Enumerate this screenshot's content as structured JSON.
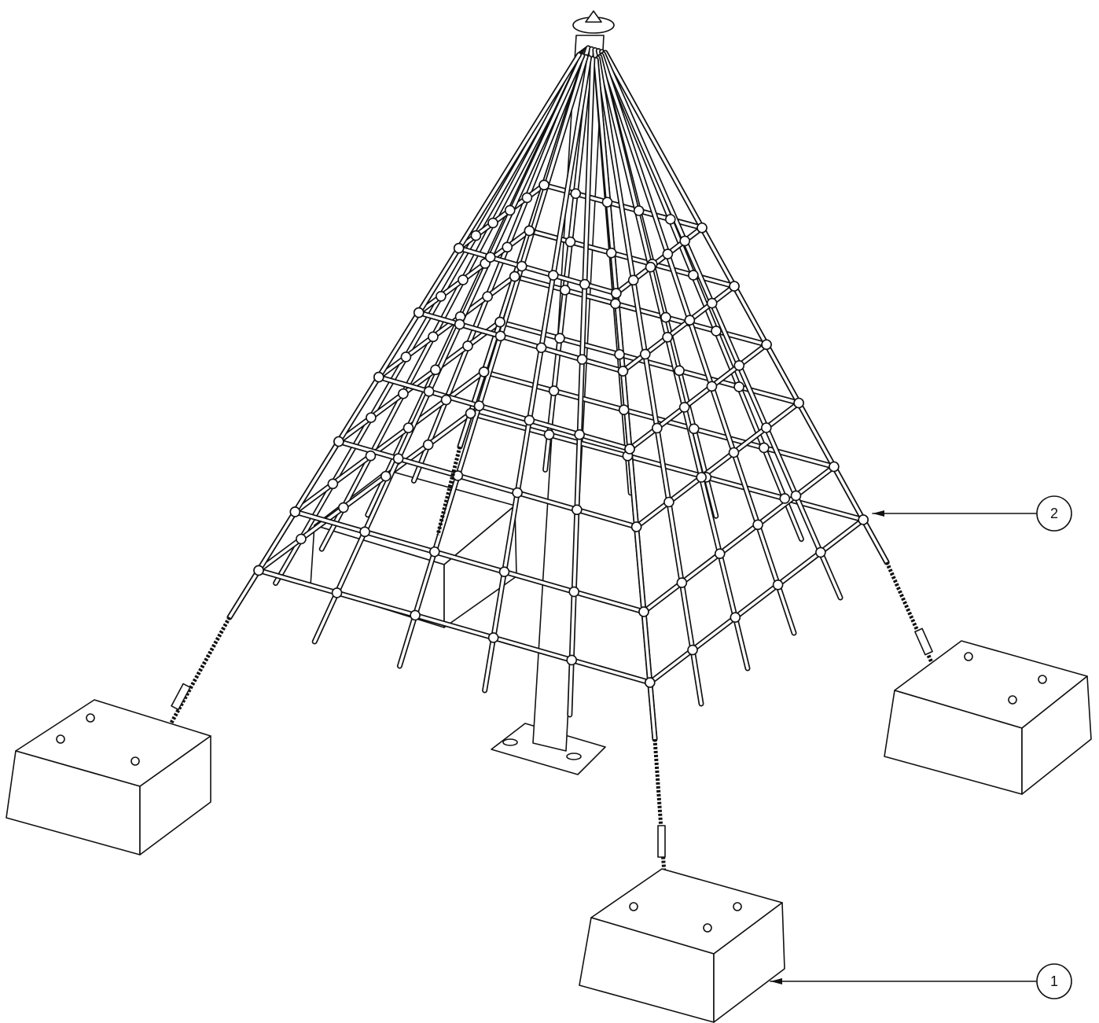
{
  "callouts": [
    {
      "id": "1",
      "label": "1"
    },
    {
      "id": "2",
      "label": "2"
    }
  ],
  "colors": {
    "line": "#111111",
    "background": "#ffffff"
  },
  "components": [
    "spider-net",
    "center-pole",
    "base-plate",
    "concrete-anchor-blocks"
  ]
}
